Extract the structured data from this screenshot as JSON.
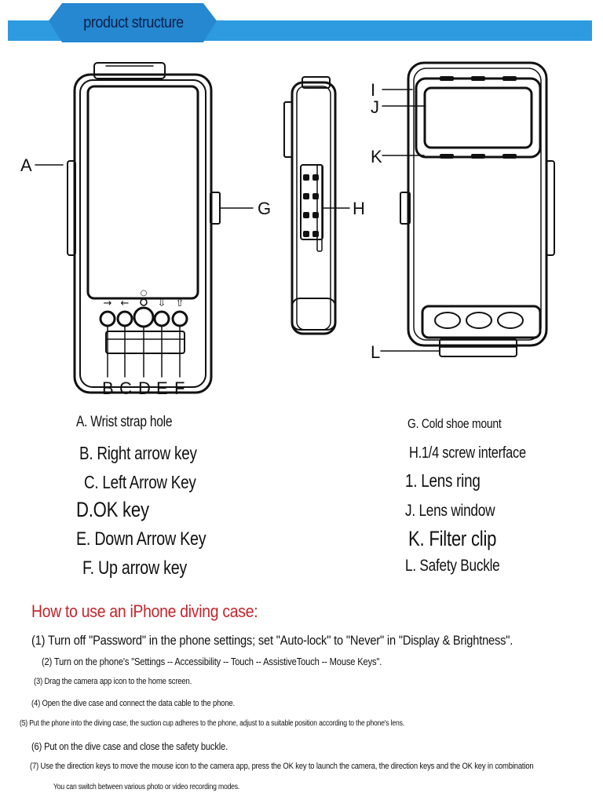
{
  "header": {
    "title": "product structure"
  },
  "diagram": {
    "markers": [
      "A",
      "B",
      "C",
      "D",
      "E",
      "F",
      "G",
      "H",
      "I",
      "J",
      "K",
      "L"
    ],
    "key_symbols": [
      "→",
      "←",
      "○",
      "⇩",
      "⇧"
    ]
  },
  "labels_left": [
    "A. Wrist strap hole",
    "B. Right arrow key",
    "C. Left Arrow Key",
    "D.OK key",
    "E. Down Arrow Key",
    "F. Up arrow key"
  ],
  "labels_right": [
    "G. Cold shoe mount",
    "H.1/4 screw interface",
    "1. Lens ring",
    "J. Lens window",
    "K. Filter clip",
    "L. Safety Buckle"
  ],
  "instructions": {
    "title": "How to use an iPhone diving case:",
    "steps": [
      "(1) Turn off \"Password\" in the phone settings; set \"Auto-lock\" to \"Never\" in \"Display & Brightness\".",
      "(2) Turn on the phone's \"Settings -- Accessibility -- Touch -- AssistiveTouch -- Mouse Keys\".",
      "(3) Drag the camera app icon to the home screen.",
      "(4) Open the dive case and connect the data cable to the phone.",
      "(5) Put the phone into the diving case, the suction cup adheres to the phone, adjust to a suitable position according to the phone's lens.",
      "(6) Put on the dive case and close the safety buckle.",
      "(7) Use the direction keys to move the mouse icon to the camera app, press the OK key to launch the camera, the direction keys and the OK key in combination",
      "You can switch between various photo or video recording modes."
    ]
  }
}
